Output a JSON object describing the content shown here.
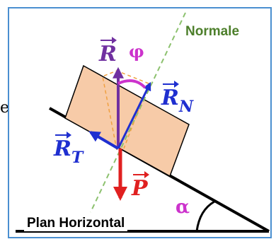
{
  "labels": {
    "normale": "Normale",
    "plan_horizontal": "Plan Horizontal",
    "alpha": "α",
    "phi": "φ",
    "stray_char": "e"
  },
  "vectors": {
    "R": {
      "letter": "R",
      "sub": ""
    },
    "RN": {
      "letter": "R",
      "sub": "N"
    },
    "RT": {
      "letter": "R",
      "sub": "T"
    },
    "P": {
      "letter": "P",
      "sub": ""
    }
  },
  "colors": {
    "frame": "#4a8fd0",
    "block_fill": "#f7cba8",
    "normal_line": "#8cc16e",
    "R": "#7030a0",
    "RN": "#1f2fd0",
    "RT": "#1f2fd0",
    "P": "#e02020",
    "angle": "#cc33cc",
    "normale_text": "#4d7f2b"
  }
}
